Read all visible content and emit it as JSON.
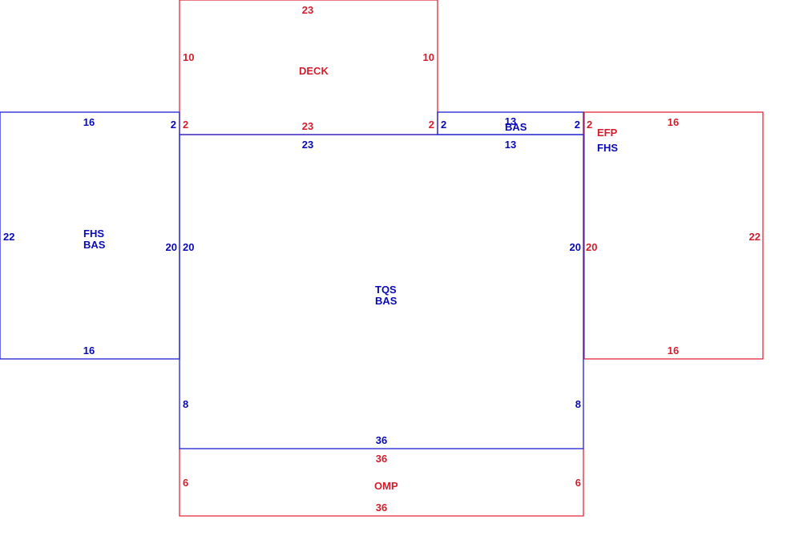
{
  "colors": {
    "blue": "#0a0ab4",
    "red": "#d01e2e"
  },
  "areas": {
    "deck": {
      "codes": [
        "DECK"
      ],
      "dims": {
        "top": "23",
        "left": "10",
        "right": "10",
        "left_bottom": "2",
        "bottom": "23",
        "right_bottom": "2"
      }
    },
    "left_fhs": {
      "codes": [
        "FHS",
        "BAS"
      ],
      "dims": {
        "top": "16",
        "left": "22",
        "right_top": "2",
        "right": "20",
        "bottom": "16"
      }
    },
    "small_bas": {
      "codes": [
        "BAS"
      ],
      "dims": {
        "top": "13",
        "left": "2",
        "right": "2",
        "bottom": "13"
      }
    },
    "main": {
      "codes": [
        "TQS",
        "BAS"
      ],
      "dims": {
        "top": "23",
        "left": "20",
        "right": "20",
        "left_lower": "8",
        "right_lower": "8",
        "bottom": "36"
      }
    },
    "efp": {
      "codes": [
        "EFP",
        "FHS"
      ],
      "dims": {
        "left_top": "2",
        "top": "16",
        "left": "20",
        "right": "22",
        "bottom": "16"
      }
    },
    "omp": {
      "codes": [
        "OMP"
      ],
      "dims": {
        "top": "36",
        "left": "6",
        "right": "6",
        "bottom": "36"
      }
    }
  }
}
